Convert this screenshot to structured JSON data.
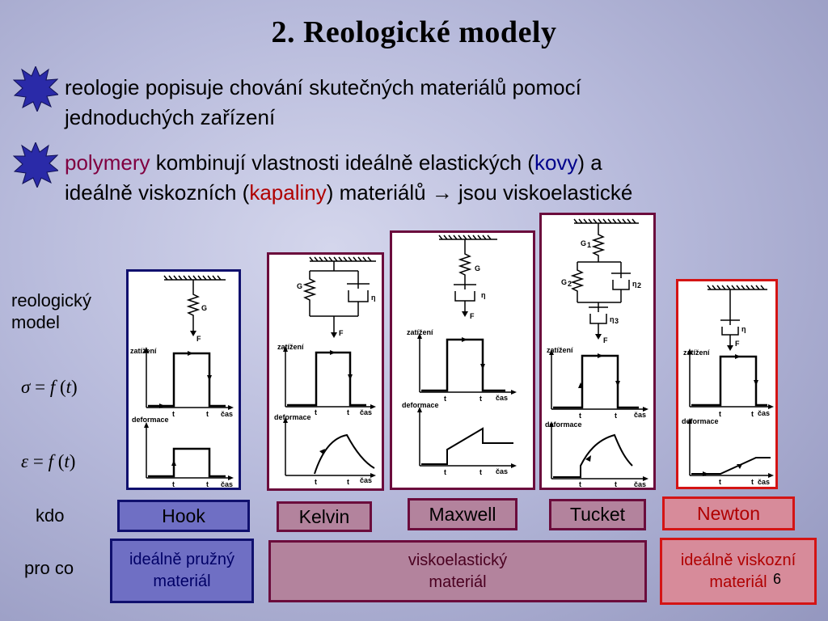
{
  "title": "2. Reologické modely",
  "bullets": [
    {
      "icon": "star-burst-icon",
      "line1": "reologie popisuje chování skutečných materiálů pomocí",
      "line2": "jednoduchých zařízení"
    },
    {
      "icon": "star-burst-icon",
      "b2_a": "polymery",
      "b2_b": " kombinují vlastnosti ideálně elastických (",
      "b2_c": "kovy",
      "b2_d": ") a",
      "b2_e": "ideálně viskozních (",
      "b2_f": "kapaliny",
      "b2_g": ") materiálů ",
      "b2_arrow": "→",
      "b2_h": " jsou viskoelastické"
    }
  ],
  "row_labels": {
    "model_line1": "reologický",
    "model_line2": "model",
    "sigma": "σ",
    "epsilon": "ε",
    "eq": " = ",
    "f": "f",
    "open": " (",
    "t": "t",
    "close": ")",
    "kdo": "kdo",
    "proco": "pro co"
  },
  "diagram_labels": {
    "zatizeni": "zatížení",
    "deformace": "deformace",
    "cas": "čas",
    "t1": "t",
    "t2": "t",
    "one": "1",
    "two": "2",
    "three": "3",
    "F": "F",
    "G": "G",
    "eta": "η"
  },
  "models": [
    {
      "name": "Hook",
      "border": "#10106e",
      "fill": "#6f6fc4"
    },
    {
      "name": "Kelvin",
      "border": "#6b0c3c",
      "fill": "#b3839d"
    },
    {
      "name": "Maxwell",
      "border": "#6b0c3c",
      "fill": "#b3839d"
    },
    {
      "name": "Tucket",
      "border": "#6b0c3c",
      "fill": "#b3839d"
    },
    {
      "name": "Newton",
      "border": "#d41414",
      "fill": "#d78b9a"
    }
  ],
  "uses": [
    {
      "line1": "ideálně pružný",
      "line2": "materiál"
    },
    {
      "line1": "viskoelastický",
      "line2": "materiál"
    },
    {
      "line1": "ideálně viskozní",
      "line2": "materiál"
    }
  ],
  "page_number": "6",
  "colors": {
    "red_text": "#b00000",
    "purple_text": "#800040",
    "blue_text": "#00008b",
    "star_fill": "#2a2aa8"
  }
}
